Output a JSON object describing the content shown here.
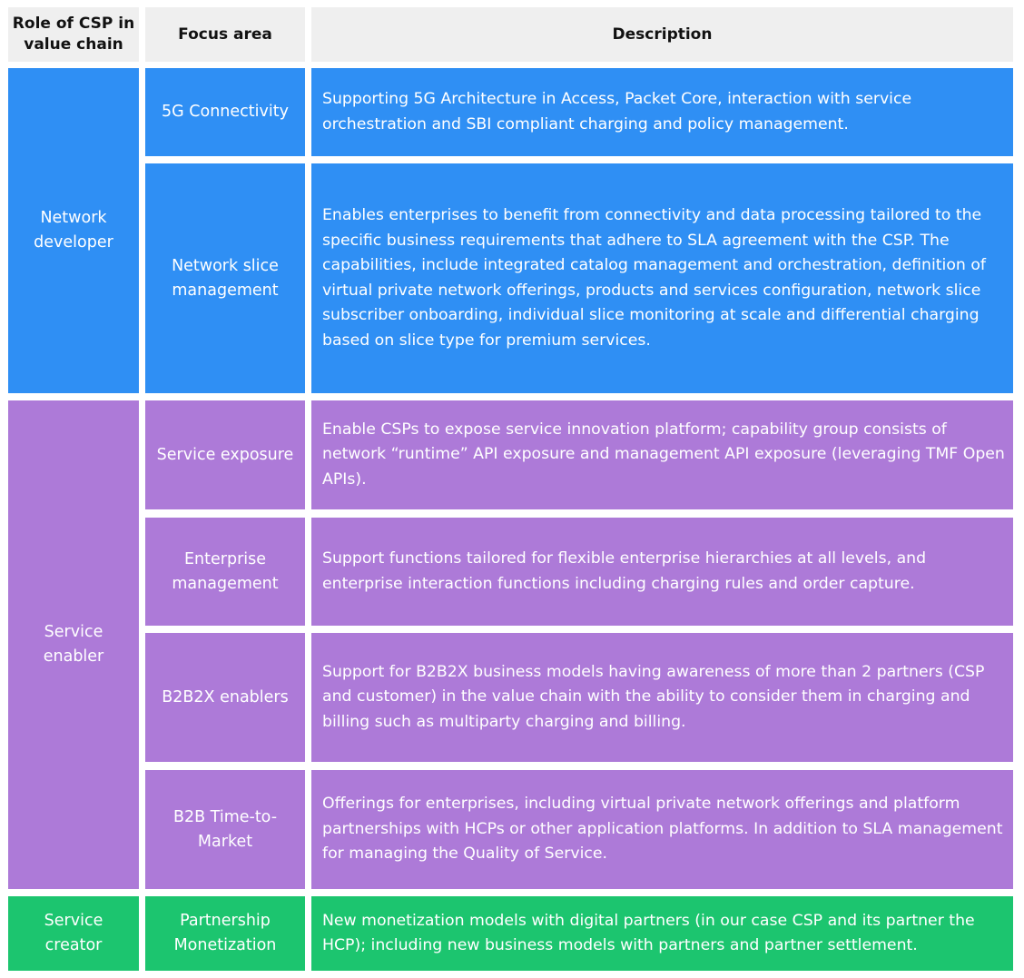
{
  "header": {
    "role": "Role of CSP in value chain",
    "focus": "Focus area",
    "description": "Description"
  },
  "groups": [
    {
      "role": "Network developer",
      "color": "#2f8ff4",
      "rows": [
        {
          "focus": "5G Connectivity",
          "description": "Supporting 5G Architecture in Access, Packet Core, interaction with service orchestration and SBI compliant charging and policy management."
        },
        {
          "focus": "Network slice management",
          "description": "Enables enterprises to benefit from connectivity and data processing tailored to the specific business requirements that adhere to SLA agreement with the CSP. The capabilities, include integrated catalog management and orchestration, definition of virtual private network offerings, products and services configuration, network slice subscriber onboarding, individual slice monitoring at scale and differential charging based on slice type for premium services."
        }
      ]
    },
    {
      "role": "Service enabler",
      "color": "#ad7ad8",
      "rows": [
        {
          "focus": "Service exposure",
          "description": "Enable CSPs to expose service innovation platform; capability group consists of network “runtime” API exposure and management API exposure (leveraging TMF Open APIs)."
        },
        {
          "focus": "Enterprise management",
          "description": "Support functions tailored for flexible enterprise hierarchies at all levels, and enterprise interaction functions including charging rules and order capture."
        },
        {
          "focus": "B2B2X enablers",
          "description": "Support for B2B2X business models having awareness of more than 2 partners (CSP and customer) in the value chain with the ability to consider them in charging and billing such as multiparty charging and billing."
        },
        {
          "focus": "B2B Time-to-Market",
          "description": "Offerings for enterprises, including virtual private network offerings and platform partnerships with HCPs or other application platforms. In addition to SLA management for managing the Quality of Service."
        }
      ]
    },
    {
      "role": "Service creator",
      "color": "#1cc56f",
      "rows": [
        {
          "focus": "Partnership Monetization",
          "description": "New monetization models with digital partners (in our case CSP and its partner the HCP); including new business models with partners and partner settlement."
        }
      ]
    }
  ]
}
